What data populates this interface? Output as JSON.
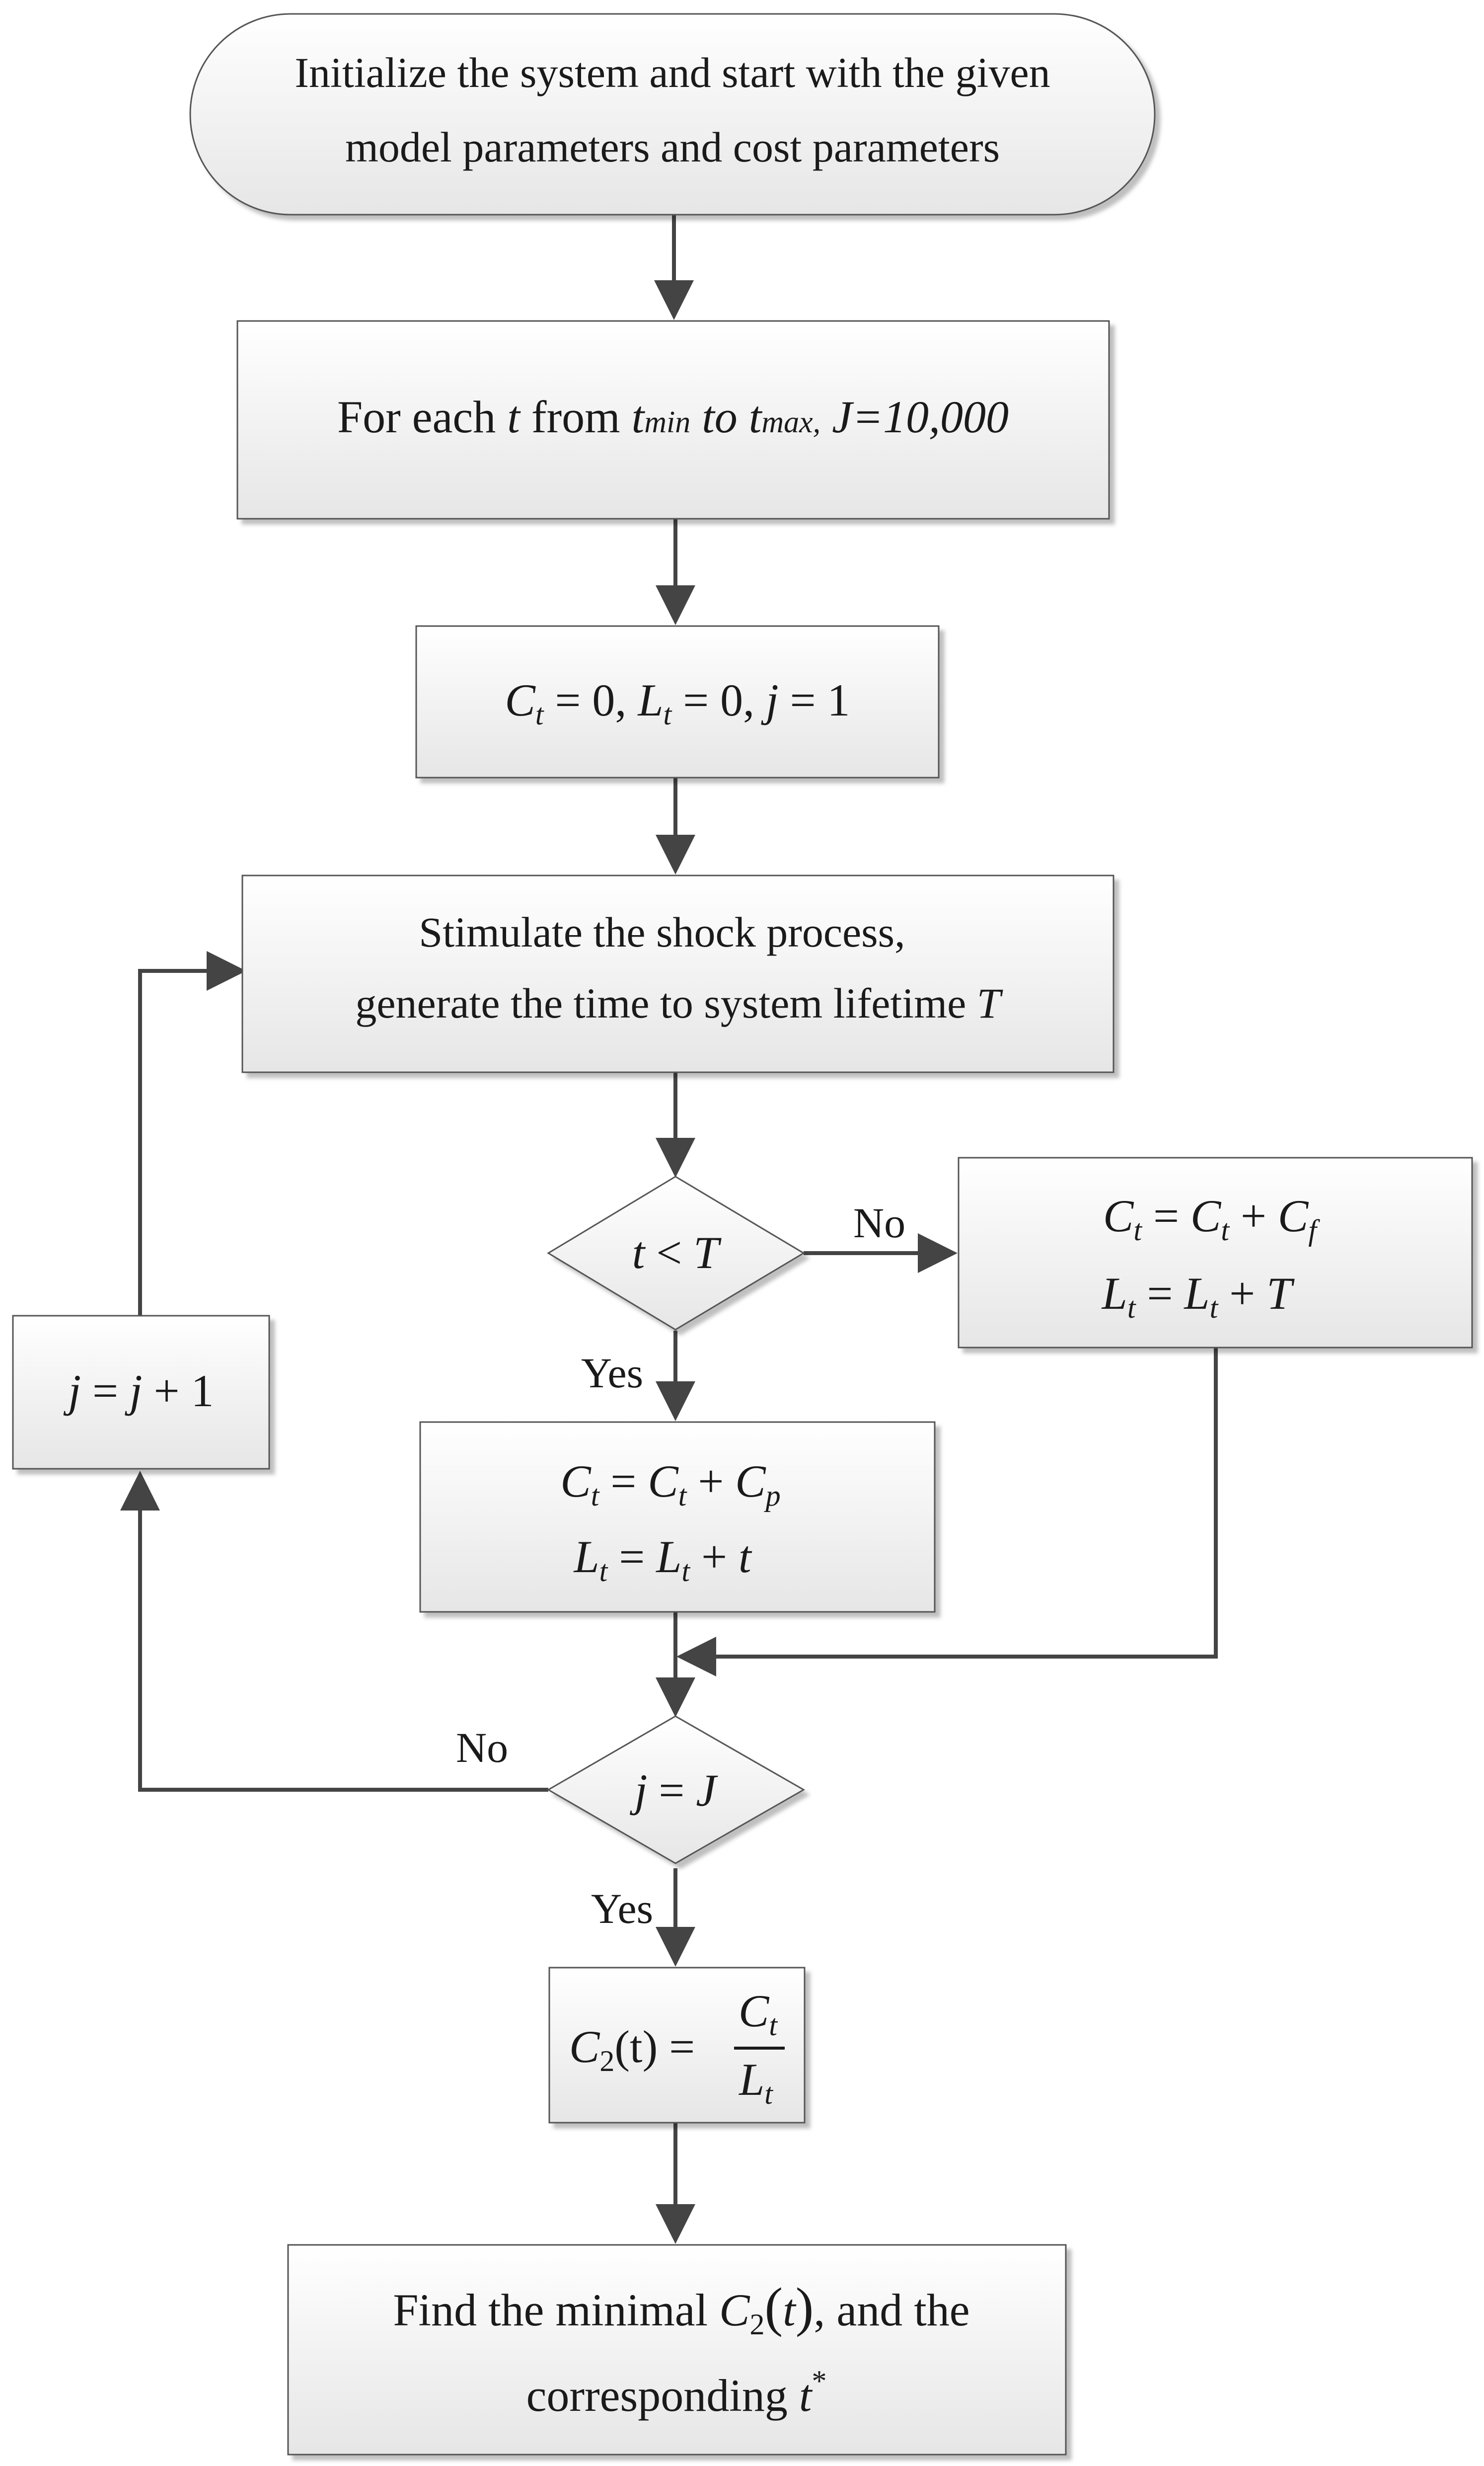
{
  "nodes": {
    "start": {
      "line1": "Initialize the system and start with the given",
      "line2": "model parameters and cost parameters"
    },
    "loop_t": {
      "prefix": "For each ",
      "var": "t",
      "from": " from ",
      "tmin_base": "t",
      "tmin_sub": "min",
      "to": " to ",
      "tmax_base": "t",
      "tmax_sub": "max,",
      "J_text": " J=10,000"
    },
    "init": {
      "C": "C",
      "t_sub": "t",
      "eq0": " = 0, ",
      "L": "L",
      "eq0b": " = 0, ",
      "j": "j",
      "eq1": " = 1"
    },
    "simulate": {
      "line1": "Stimulate the shock process,",
      "line2_prefix": "generate the time to system lifetime ",
      "line2_var": "T"
    },
    "decision_tT": {
      "t": "t",
      "op": " < ",
      "T": "T"
    },
    "fail_update": {
      "line1": {
        "C": "C",
        "sub": "t",
        "eq": " = ",
        "C2": "C",
        "sub2": "t",
        "plus": " + ",
        "C3": "C",
        "sub3": "f"
      },
      "line2": {
        "L": "L",
        "sub": "t",
        "eq": " = ",
        "L2": "L",
        "sub2": "t",
        "plus": " + ",
        "T": "T"
      }
    },
    "prev_update": {
      "line1": {
        "C": "C",
        "sub": "t",
        "eq": " = ",
        "C2": "C",
        "sub2": "t",
        "plus": " + ",
        "C3": "C",
        "sub3": "p"
      },
      "line2": {
        "L": "L",
        "sub": "t",
        "eq": " = ",
        "L2": "L",
        "sub2": "t",
        "plus": " + ",
        "t": "t"
      }
    },
    "increment": {
      "j": "j",
      "eq": " = ",
      "j2": "j",
      "plus": " + 1"
    },
    "decision_jJ": {
      "j": "j",
      "eq": " = ",
      "J": "J"
    },
    "cost_rate": {
      "C": "C",
      "sub": "2",
      "arg": "(t) = ",
      "num_C": "C",
      "num_sub": "t",
      "den_L": "L",
      "den_sub": "t"
    },
    "result": {
      "line1_prefix": "Find the minimal ",
      "C": "C",
      "sub": "2",
      "arg_open": "(",
      "arg": "t",
      "arg_close": ")",
      "line1_suffix": ", and the",
      "line2_prefix": "corresponding ",
      "t": "t",
      "sup": "*"
    }
  },
  "edge_labels": {
    "tT_no": "No",
    "tT_yes": "Yes",
    "jJ_no": "No",
    "jJ_yes": "Yes"
  }
}
